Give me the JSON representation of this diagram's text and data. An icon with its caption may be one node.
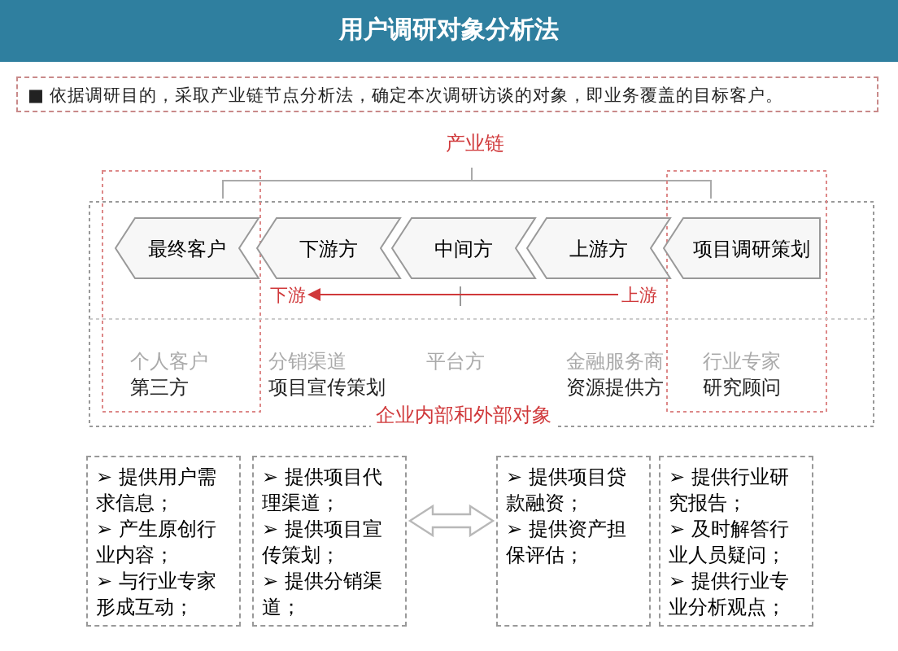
{
  "diagram": {
    "title": "用户调研对象分析法",
    "nodes": [
      {
        "text": [
          "最终客户"
        ]
      },
      {
        "text": [
          "下游方"
        ]
      },
      {
        "text": [
          "中间方"
        ]
      },
      {
        "text": [
          "上游方"
        ]
      },
      {
        "text": [
          "项目调研策划"
        ]
      },
      {
        "text": [
          "➢ 提供用户需求信息；",
          "➢ 产生原创行业内容；",
          "➢ 与行业专家形成互动；"
        ]
      },
      {
        "text": [
          "➢ 提供项目代理渠道；",
          "➢ 提供项目宣传策划；",
          "➢ 提供分销渠道；"
        ]
      },
      {
        "text": [
          "➢ 提供项目贷款融资；",
          "➢ 提供资产担保评估；"
        ]
      },
      {
        "text": [
          "➢ 提供行业研究报告；",
          "➢ 及时解答行业人员疑问；",
          "➢ 提供行业专业分析观点；"
        ]
      },
      {
        "text": [
          "下游"
        ]
      },
      {
        "text": [
          "上游"
        ]
      }
    ],
    "edges": [
      {
        "from": 10,
        "to": 9,
        "arrow": "to",
        "color": "#d0393b"
      },
      {
        "from": 6,
        "to": 7,
        "arrow": "both",
        "color": "#b8b8b8"
      }
    ],
    "labels": [
      "■ 依据调研目的，采取产业链节点分析法，确定本次调研访谈的对象，即业务覆盖的目标客户。",
      "产业链",
      "个人客户",
      "第三方",
      "分销渠道",
      "项目宣传策划",
      "平台方",
      "金融服务商",
      "资源提供方",
      "行业专家",
      "研究顾问",
      "企业内部和外部对象"
    ]
  }
}
